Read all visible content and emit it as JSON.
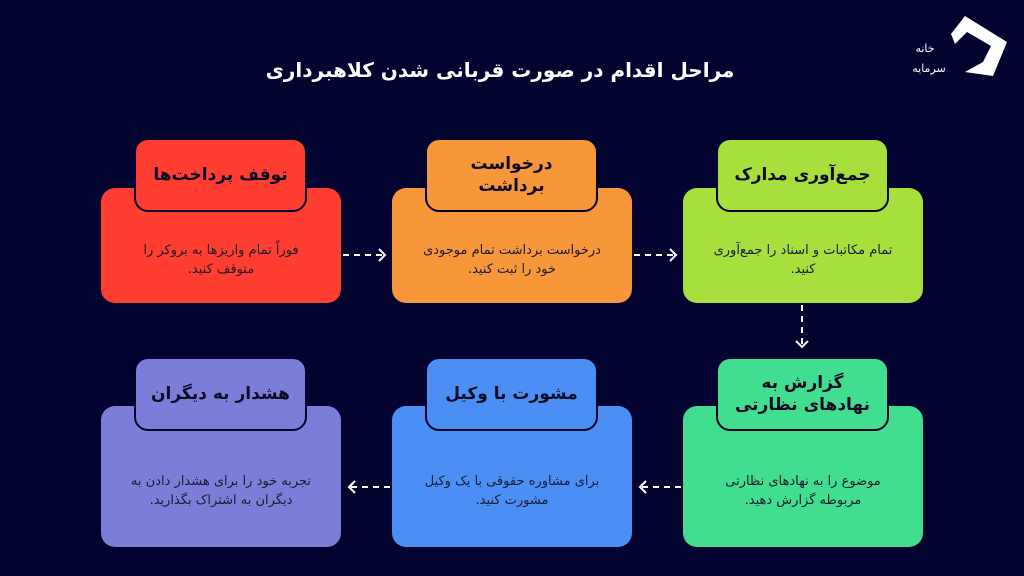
{
  "title": "مراحل اقدام در صورت قربانی شدن کلاهبرداری",
  "logo": {
    "text_line1": "خانه",
    "text_line2": "سرمایه"
  },
  "steps": [
    {
      "title": "جمع‌آوری مدارک",
      "desc": "تمام مکاتبات و اسناد را جمع‌آوری کنید.",
      "color": "#a7e03c"
    },
    {
      "title": "درخواست برداشت",
      "desc": "درخواست برداشت تمام موجودی خود را ثبت کنید.",
      "color": "#f8963a"
    },
    {
      "title": "توقف پرداخت‌ها",
      "desc": "فوراً تمام واریزها به بروکر را متوقف کنید.",
      "color": "#ff3d30"
    },
    {
      "title": "گزارش به نهادهای نظارتی",
      "desc": "موضوع را به نهادهای نظارتی مربوطه گزارش دهید.",
      "color": "#41de8f"
    },
    {
      "title": "مشورت با وکیل",
      "desc": "برای مشاوره حقوقی با یک وکیل مشورت کنید.",
      "color": "#4b8ff5"
    },
    {
      "title": "هشدار به دیگران",
      "desc": "تجربه خود را برای هشدار دادن به دیگران به اشتراک بگذارید.",
      "color": "#7b7ed8"
    }
  ]
}
